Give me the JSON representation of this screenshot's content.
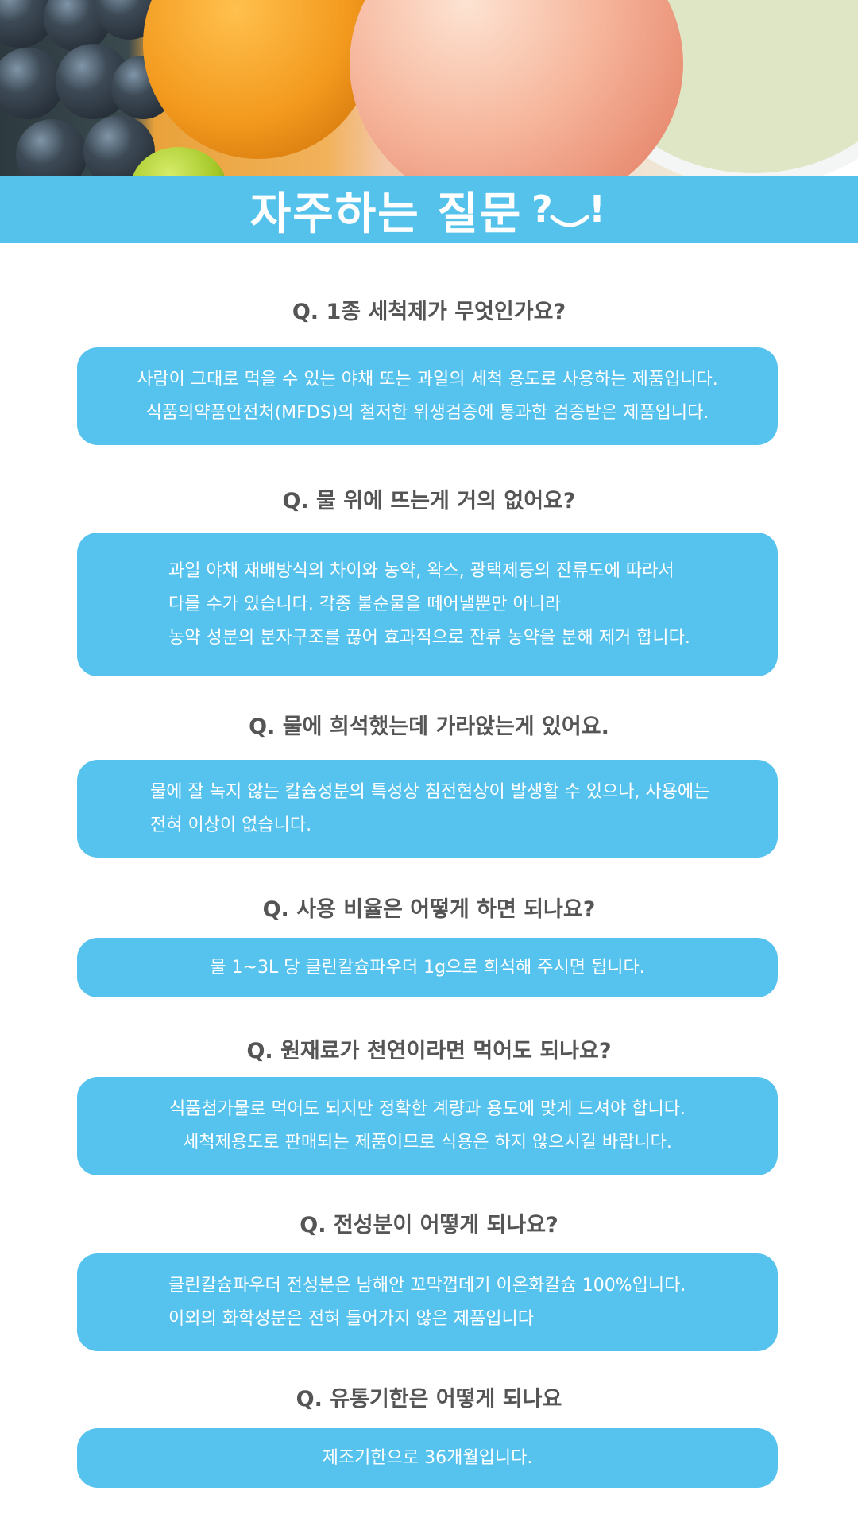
{
  "banner": {
    "title": "자주하는 질문",
    "emoticon": "?‿!"
  },
  "hero": {
    "fruits": [
      "grapes",
      "orange",
      "peach",
      "lime",
      "bowl"
    ]
  },
  "colors": {
    "accent": "#55c2ec",
    "question_text": "#555555",
    "answer_text": "#ffffff"
  },
  "faq": [
    {
      "question": "Q. 1종 세척제가 무엇인가요?",
      "answer_lines": [
        "사람이 그대로 먹을 수 있는 야채 또는 과일의 세척 용도로 사용하는 제품입니다.",
        "식품의약품안전처(MFDS)의 철저한 위생검증에 통과한 검증받은 제품입니다."
      ]
    },
    {
      "question": "Q. 물 위에 뜨는게 거의 없어요?",
      "answer_lines": [
        "과일 야채 재배방식의 차이와 농약, 왁스, 광택제등의 잔류도에 따라서",
        "다를 수가 있습니다. 각종 불순물을 떼어낼뿐만 아니라",
        "농약 성분의 분자구조를 끊어 효과적으로 잔류 농약을 분해 제거 합니다."
      ]
    },
    {
      "question": "Q. 물에 희석했는데 가라앉는게 있어요.",
      "answer_lines": [
        "물에 잘 녹지 않는 칼슘성분의 특성상 침전현상이 발생할 수 있으나, 사용에는",
        "전혀 이상이 없습니다."
      ]
    },
    {
      "question": "Q. 사용 비율은 어떻게 하면 되나요?",
      "answer_lines": [
        "물 1~3L 당 클린칼슘파우더 1g으로 희석해 주시면 됩니다."
      ]
    },
    {
      "question": "Q. 원재료가 천연이라면 먹어도 되나요?",
      "answer_lines": [
        "식품첨가물로 먹어도 되지만 정확한 계량과 용도에 맞게 드셔야 합니다.",
        "세척제용도로 판매되는 제품이므로 식용은 하지 않으시길 바랍니다."
      ]
    },
    {
      "question": "Q. 전성분이 어떻게 되나요?",
      "answer_lines": [
        "클린칼슘파우더 전성분은 남해안 꼬막껍데기 이온화칼슘 100%입니다.",
        "이외의 화학성분은 전혀 들어가지 않은 제품입니다"
      ]
    },
    {
      "question": "Q. 유통기한은 어떻게 되나요",
      "answer_lines": [
        "제조기한으로 36개월입니다."
      ]
    }
  ]
}
